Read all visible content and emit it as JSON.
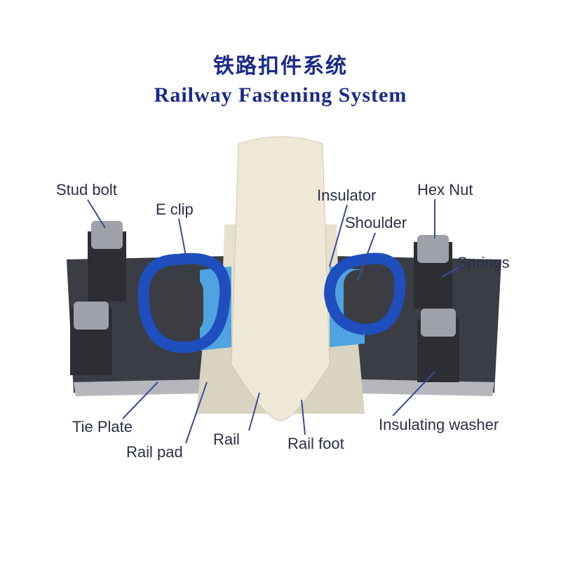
{
  "title": {
    "chinese": "铁路扣件系统",
    "english": "Railway Fastening System"
  },
  "labels": {
    "stud_bolt": "Stud bolt",
    "e_clip": "E clip",
    "insulator": "Insulator",
    "hex_nut": "Hex Nut",
    "shoulder": "Shoulder",
    "springs": "Springs",
    "tie_plate": "Tie Plate",
    "rail_pad": "Rail pad",
    "rail": "Rail",
    "rail_foot": "Rail foot",
    "insulating_washer": "Insulating washer"
  },
  "colors": {
    "title": "#1a2a8a",
    "clip": "#1f4fbf",
    "insulator": "#4fa3e0",
    "rail": "#ece6d4",
    "plate": "#3a3d44"
  }
}
